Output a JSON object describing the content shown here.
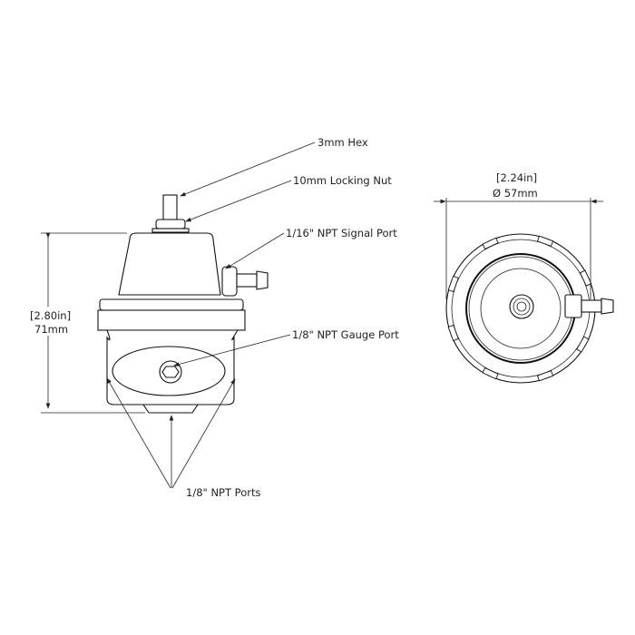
{
  "labels": {
    "hex": "3mm Hex",
    "locking_nut": "10mm Locking Nut",
    "signal_port": "1/16\" NPT Signal Port",
    "gauge_port": "1/8\" NPT Gauge Port",
    "npt_ports": "1/8\" NPT Ports"
  },
  "dimensions": {
    "height_in": "[2.80in]",
    "height_mm": "71mm",
    "diameter_in": "[2.24in]",
    "diameter_mm": "Ø 57mm"
  }
}
